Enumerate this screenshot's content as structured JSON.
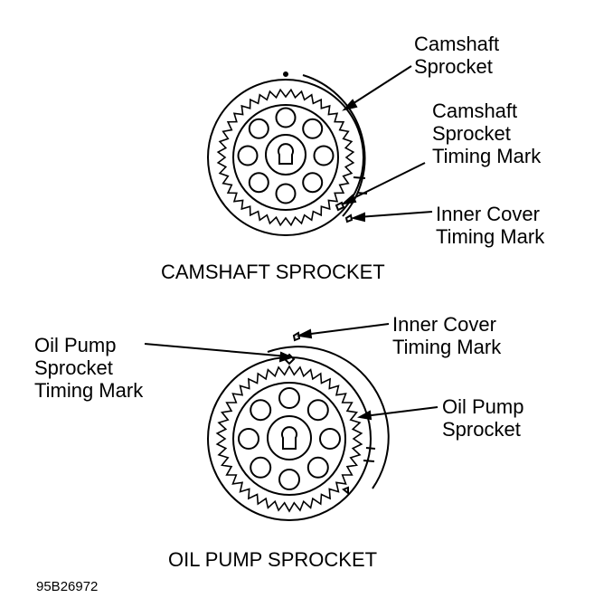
{
  "figure_id": "95B26972",
  "top_diagram": {
    "caption": "CAMSHAFT SPROCKET",
    "labels": {
      "camshaft_sprocket": [
        "Camshaft",
        "Sprocket"
      ],
      "camshaft_sprocket_timing_mark": [
        "Camshaft",
        "Sprocket",
        "Timing Mark"
      ],
      "inner_cover_timing_mark": [
        "Inner Cover",
        "Timing Mark"
      ]
    }
  },
  "bottom_diagram": {
    "caption": "OIL PUMP SPROCKET",
    "labels": {
      "inner_cover_timing_mark": [
        "Inner Cover",
        "Timing Mark"
      ],
      "oil_pump_sprocket_timing_mark": [
        "Oil Pump",
        "Sprocket",
        "Timing Mark"
      ],
      "oil_pump_sprocket": [
        "Oil Pump",
        "Sprocket"
      ]
    }
  },
  "colors": {
    "ink": "#000000",
    "background": "#ffffff"
  }
}
